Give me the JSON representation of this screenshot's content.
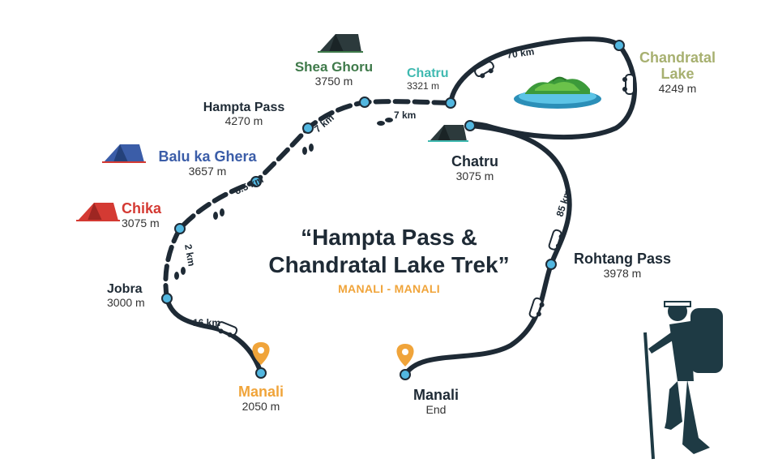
{
  "title": {
    "line1": "“Hampta Pass &",
    "line2": "Chandratal Lake Trek”"
  },
  "subtitle": "MANALI - MANALI",
  "colors": {
    "route": "#1e2a35",
    "node": "#52b7e0",
    "title": "#1e2a35",
    "subtitle": "#f0a43a",
    "manali": "#f0a43a",
    "shea_ghoru": "#3f7a4a",
    "chatru_camp": "#3fb9b0",
    "chandratal": "#a7b070",
    "balu": "#3b5da8",
    "chika": "#d43a33",
    "default": "#1e2a35"
  },
  "places": {
    "manali_start": {
      "name": "Manali",
      "elev": "2050 m"
    },
    "jobra": {
      "name": "Jobra",
      "elev": "3000 m"
    },
    "chika": {
      "name": "Chika",
      "elev": "3075 m"
    },
    "balu": {
      "name": "Balu ka Ghera",
      "elev": "3657 m"
    },
    "hampta": {
      "name": "Hampta Pass",
      "elev": "4270 m"
    },
    "shea_ghoru": {
      "name": "Shea Ghoru",
      "elev": "3750 m"
    },
    "chatru_upper": {
      "name": "Chatru",
      "elev": "3321 m"
    },
    "chandratal": {
      "name": "Chandratal",
      "name2": "Lake",
      "elev": "4249 m"
    },
    "chatru": {
      "name": "Chatru",
      "elev": "3075 m"
    },
    "rohtang": {
      "name": "Rohtang Pass",
      "elev": "3978 m"
    },
    "manali_end": {
      "name": "Manali",
      "elev": "End"
    }
  },
  "distances": {
    "manali_jobra": "16 km",
    "jobra_chika": "2 km",
    "chika_balu": "8.5 km",
    "balu_hampta": "7 km",
    "shea_chatru": "7 km",
    "chatru_chandratal": "70 km",
    "chatru_rohtang": "85 km"
  },
  "icons": [
    "tent-icon",
    "lake-island-icon",
    "car-icon",
    "footprints-icon",
    "location-pin-icon",
    "hiker-icon"
  ]
}
